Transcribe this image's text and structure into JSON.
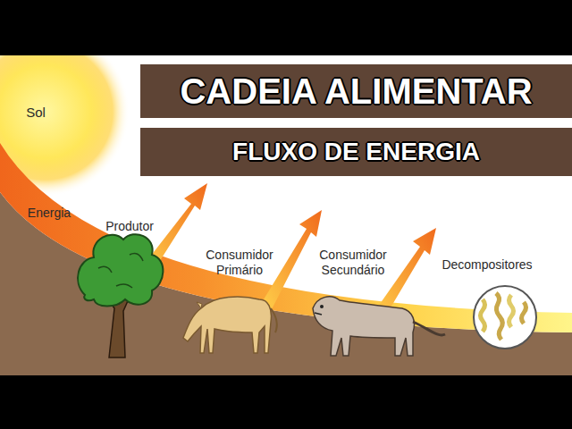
{
  "diagram": {
    "title": "CADEIA ALIMENTAR",
    "nodes": [
      {
        "text": [
          "Sol"
        ]
      }
    ],
    "labels": [
      "FLUXO DE ENERGIA",
      "Energia",
      "Produtor",
      "Consumidor Primário",
      "Consumidor Secundário",
      "Decompositores"
    ]
  }
}
